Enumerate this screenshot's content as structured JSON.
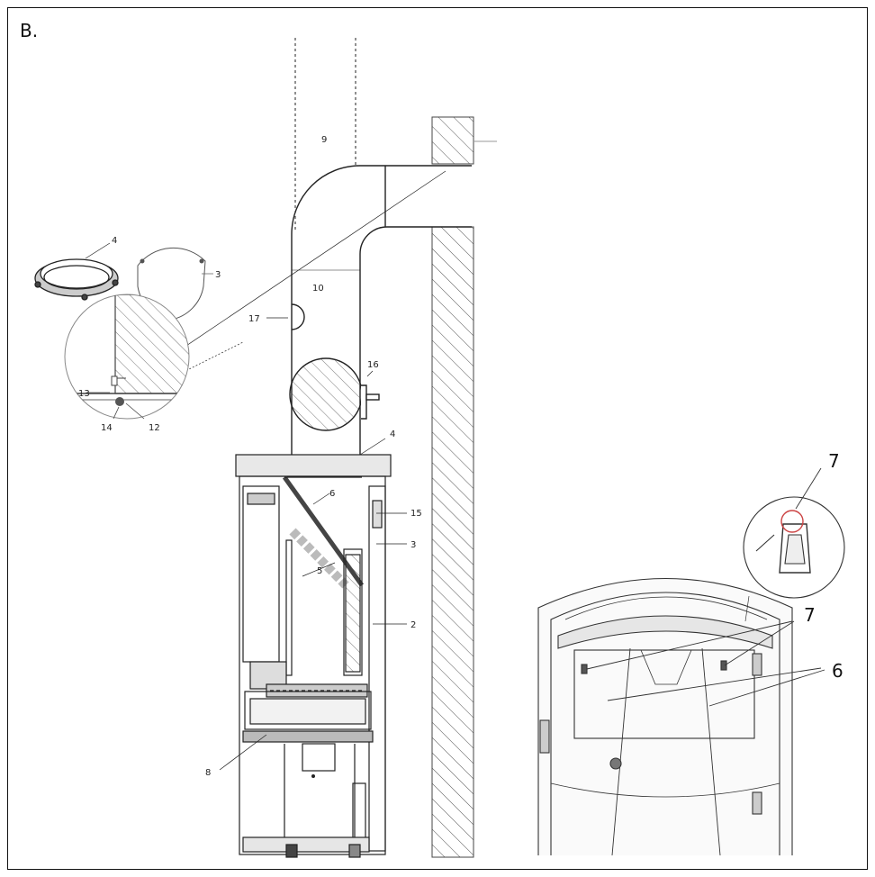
{
  "figure_label": "B.",
  "callouts_main": [
    "9",
    "4",
    "3",
    "10",
    "17",
    "16",
    "13",
    "14",
    "12",
    "4",
    "6",
    "15",
    "3",
    "5",
    "2",
    "8"
  ],
  "callouts_inset": [
    "7",
    "7",
    "6"
  ]
}
